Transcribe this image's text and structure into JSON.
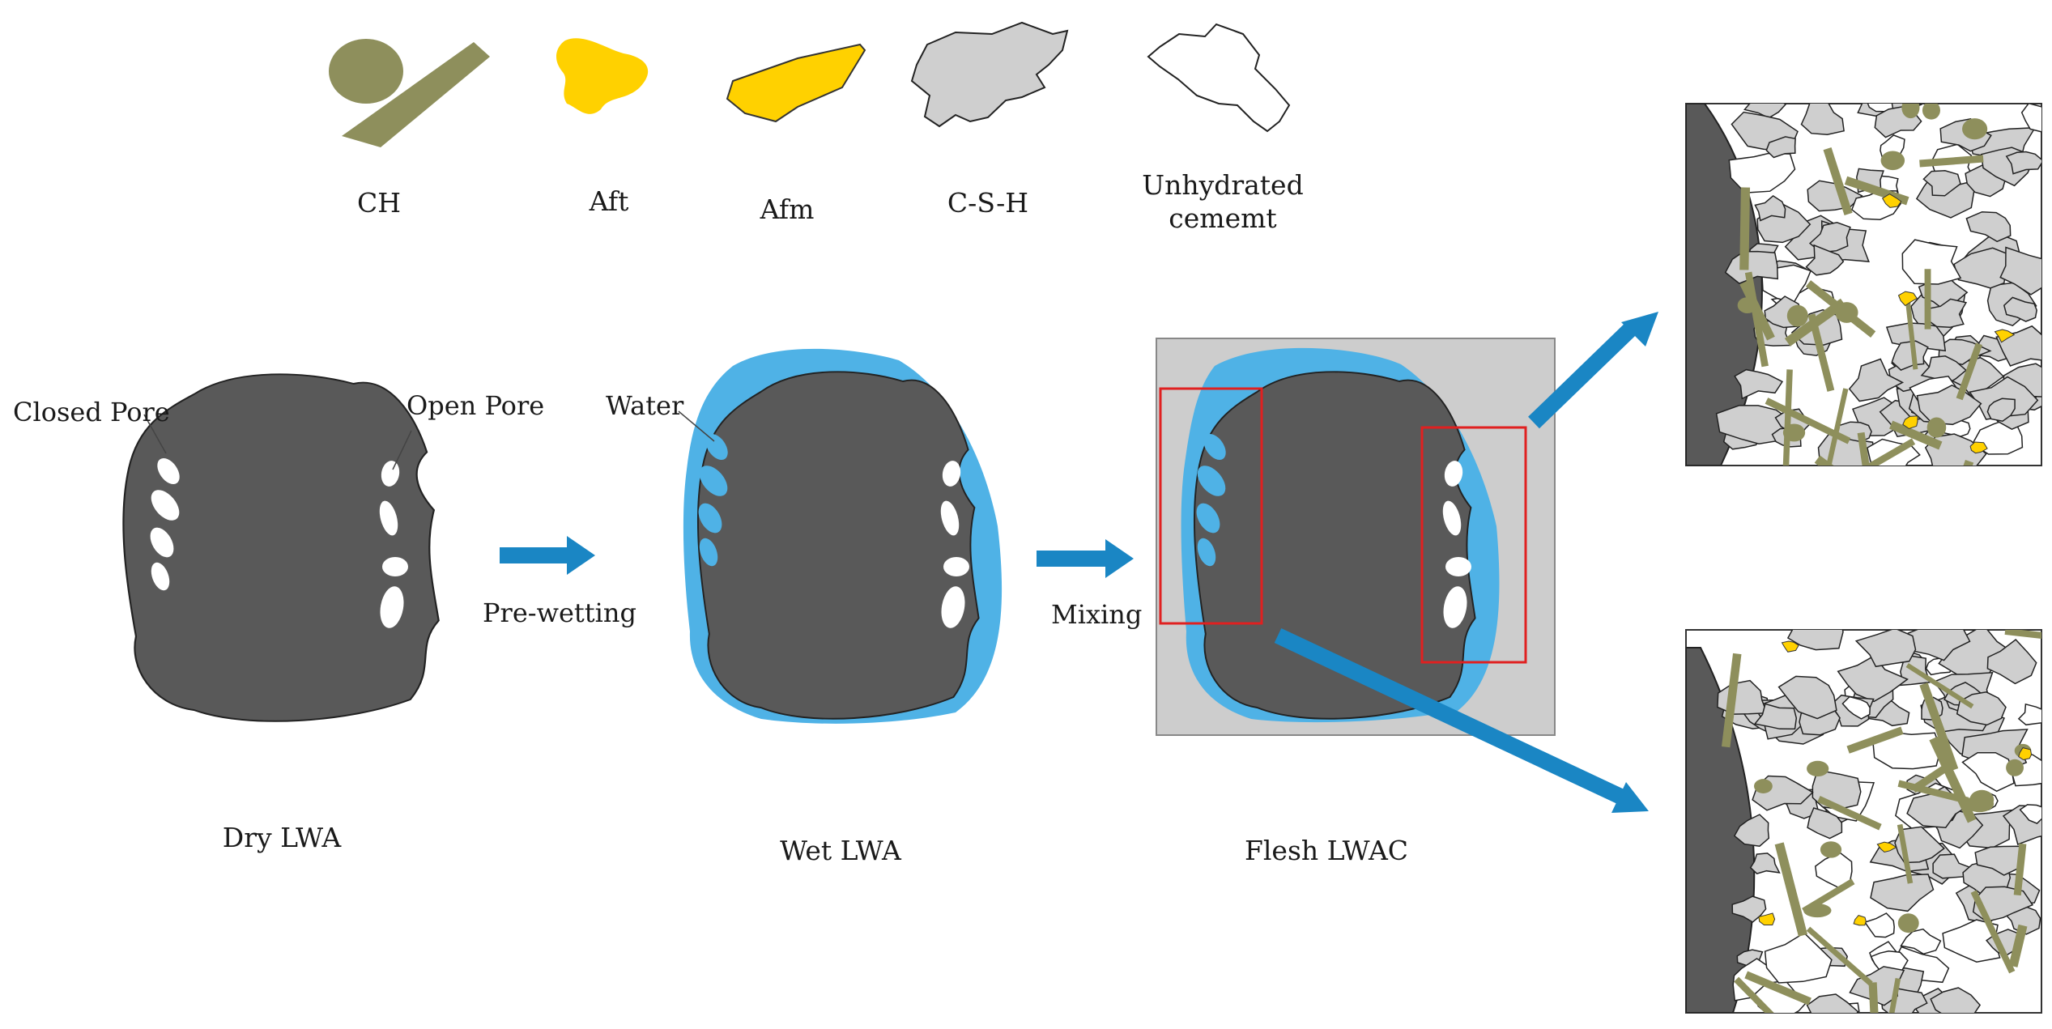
{
  "legend": [
    {
      "label": "CH",
      "color": "#8e8f5c"
    },
    {
      "label": "Aft",
      "color": "#ffd100"
    },
    {
      "label": "Afm",
      "color": "#ffd100"
    },
    {
      "label": "C-S-H",
      "color": "#cfcfcf"
    },
    {
      "label": "Unhydrated\ncememt",
      "color": "#ffffff"
    }
  ],
  "stages": [
    {
      "label": "Dry LWA"
    },
    {
      "label": "Wet LWA"
    },
    {
      "label": "Flesh LWAC"
    }
  ],
  "callouts": {
    "closed_pore": "Closed Pore",
    "open_pore": "Open Pore",
    "water": "Water"
  },
  "arrows": {
    "prewetting": "Pre-wetting",
    "mixing": "Mixing"
  },
  "colors": {
    "aggregate": "#595959",
    "water": "#4fb2e6",
    "paste": "#cdcdcd",
    "arrow": "#1a86c4",
    "highlight": "#e02020",
    "ch": "#8e8f5c",
    "aft": "#ffd100",
    "csh": "#cfcfcf"
  }
}
